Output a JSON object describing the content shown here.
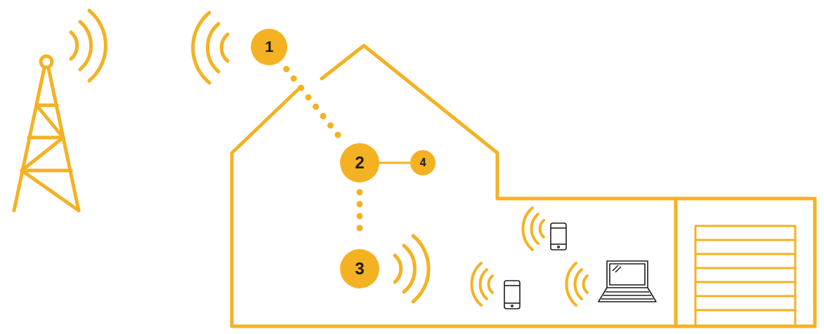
{
  "diagram": {
    "nodes": [
      {
        "text": [
          "1"
        ]
      },
      {
        "text": [
          "2"
        ]
      },
      {
        "text": [
          "4"
        ]
      },
      {
        "text": [
          "3"
        ]
      }
    ],
    "edges": [
      {
        "from": 0,
        "to": 1,
        "arrow": "none"
      },
      {
        "from": 1,
        "to": 2,
        "arrow": "none"
      },
      {
        "from": 1,
        "to": 3,
        "arrow": "none"
      }
    ]
  }
}
